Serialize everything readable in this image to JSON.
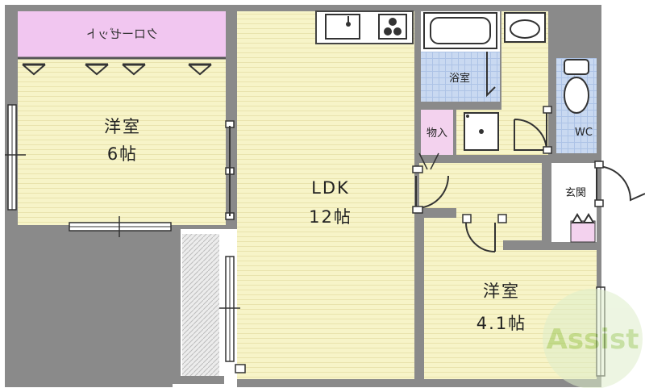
{
  "plan": {
    "rooms": {
      "western_room_1": {
        "name": "洋室",
        "size": "6帖"
      },
      "ldk": {
        "name": "LDK",
        "size": "12帖"
      },
      "western_room_2": {
        "name": "洋室",
        "size": "4.1帖"
      },
      "bath": {
        "name": "浴室"
      },
      "storage": {
        "name": "物入"
      },
      "toilet": {
        "name": "WC"
      },
      "entrance": {
        "name": "玄関"
      },
      "closet": {
        "name": "クローゼット"
      }
    },
    "watermark": {
      "text": "Assist"
    },
    "colors": {
      "floor": "#f7f4c8",
      "floor_line": "#e6e0a8",
      "wall": "#8a8a8a",
      "closet": "#f1c6f0",
      "bath": "#c9d9f1",
      "storage": "#f3d2ee",
      "watermark": "#9bc85a"
    },
    "icons": [
      "sink-icon",
      "stove-icon",
      "bathtub-icon",
      "washbasin-icon",
      "toilet-icon",
      "washing-machine-pan-icon",
      "shoe-box-icon"
    ]
  }
}
